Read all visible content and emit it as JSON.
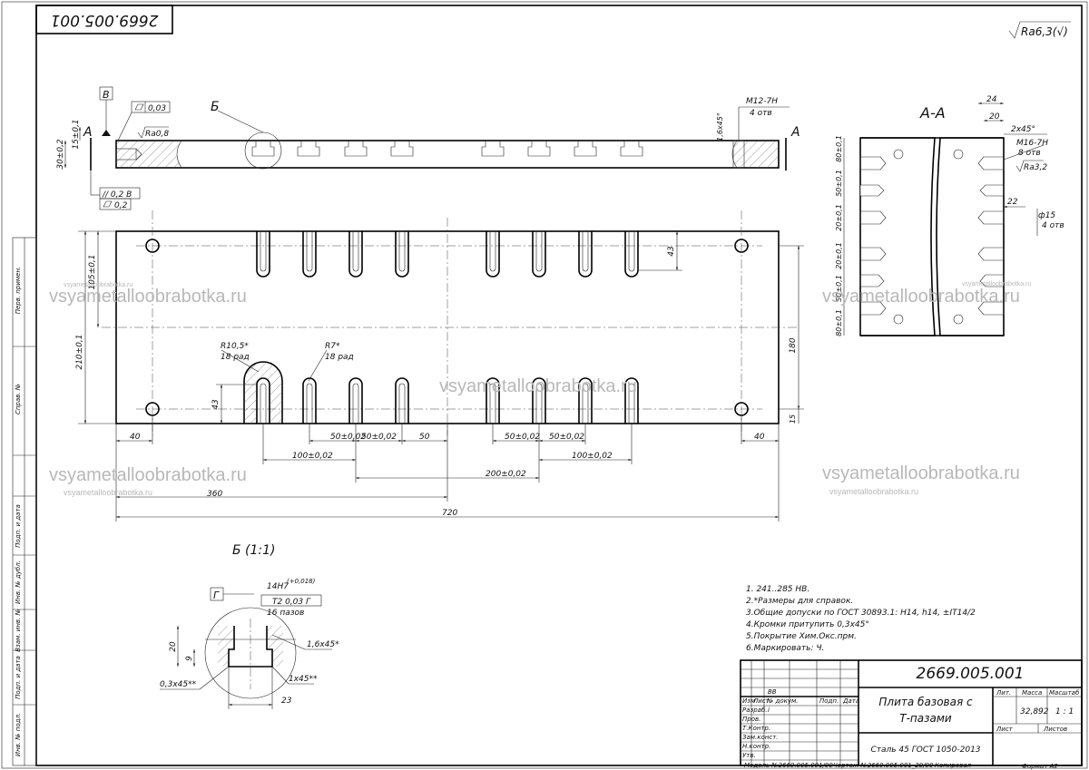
{
  "drawing_number_top": "2669.005.001",
  "surface_roughness": "Ra6,3(√)",
  "watermark": {
    "main": "vsyametalloobrabotka.ru",
    "small": "vsyametalloobrabotka.ru"
  },
  "top_view": {
    "labels": {
      "b": "Б",
      "a_left": "А",
      "a_right": "А",
      "datum_v": "В"
    },
    "flatness": "0,03",
    "tol_parallel": "// 0,2 В",
    "tol_flat2": "0,2",
    "ra_left": "Ra0,8",
    "thread_label": "М12-7Н",
    "thread_count": "4 отв",
    "chamfer": "1,6х45°",
    "dim_15": "15±0,1",
    "dim_30": "30±0,2"
  },
  "plan_view": {
    "dim_105": "105±0,1",
    "dim_210": "210±0,1",
    "dim_43_top": "43",
    "dim_43_bot": "43",
    "dim_180": "180",
    "dim_15": "15",
    "r105": "R10,5*",
    "r105_count": "18 рад",
    "r7": "R7*",
    "r7_count": "18 рад",
    "dim_40_left": "40",
    "dim_40_right": "40",
    "dim_50_1": "50±0,02",
    "dim_50_2": "50±0,02",
    "dim_50_3": "50",
    "dim_50_4": "50±0,02",
    "dim_50_5": "50±0,02",
    "dim_100_1": "100±0,02",
    "dim_100_2": "100±0,02",
    "dim_200": "200±0,02",
    "dim_360": "360",
    "dim_720": "720"
  },
  "section_aa": {
    "title": "А-А",
    "dim_24": "24",
    "dim_20": "20",
    "chamfer": "2х45°",
    "thread": "М16-7Н",
    "thread_count": "8 отв",
    "ra": "Ra3,2",
    "dim_22": "22",
    "dim_d15": "ф15",
    "dim_d15_count": "4 отв",
    "dim_80a": "80±0,1",
    "dim_50": "50±0,1",
    "dim_20a": "20±0,1",
    "dim_20b": "20±0,1",
    "dim_50b": "50±0,1",
    "dim_80b": "80±0,1"
  },
  "detail_b": {
    "title": "Б (1:1)",
    "datum": "Г",
    "fit": "14Н7",
    "fit_tol": "(+0,018)",
    "tol_sym": "Т2 0,03 Г",
    "slots": "16 пазов",
    "chamfer1": "1,6х45*",
    "chamfer2": "0,3х45**",
    "chamfer3": "1х45**",
    "dim_20": "20",
    "dim_9": "9",
    "dim_23": "23"
  },
  "notes": [
    "1. 241..285 НВ.",
    "2.*Размеры для справок.",
    "3.Общие допуски по ГОСТ 30893.1: Н14, h14, ±IT14/2",
    "4.Кромки притупить 0,3х45°",
    "5.Покрытие Хим.Окс.прм.",
    "6.Маркировать: Ч."
  ],
  "left_strip": [
    "Перв. примен.",
    "Справ. №",
    "Подп. и дата",
    "Инв. № дубл.",
    "Взам. инв. №",
    "Подп. и дата",
    "Инв. № подл."
  ],
  "title_block": {
    "designation": "2669.005.001",
    "name_line1": "Плита базовая с",
    "name_line2": "Т-пазами",
    "material": "Сталь 45 ГОСТ 1050-2013",
    "mass": "32,892",
    "scale": "1 : 1",
    "col_lit": "Лит.",
    "col_mass": "Масса",
    "col_scale": "Масштаб",
    "sheet": "Лист",
    "sheets": "Листов",
    "rev": "ВВ",
    "rows": [
      "Изм",
      "Лист",
      "№ докум.",
      "Подп.",
      "Дата"
    ],
    "roles": [
      "Разраб.",
      "Пров.",
      "Т.Контр.",
      "Зам.конст.",
      "Н.контр.",
      "Утв."
    ],
    "row_i": "i"
  },
  "footer": {
    "model": "Модель №2669.005.001/00",
    "drawing": "Чертеж №2669.005.001_20/00",
    "copied": "Копировал",
    "format": "Формат А2"
  }
}
